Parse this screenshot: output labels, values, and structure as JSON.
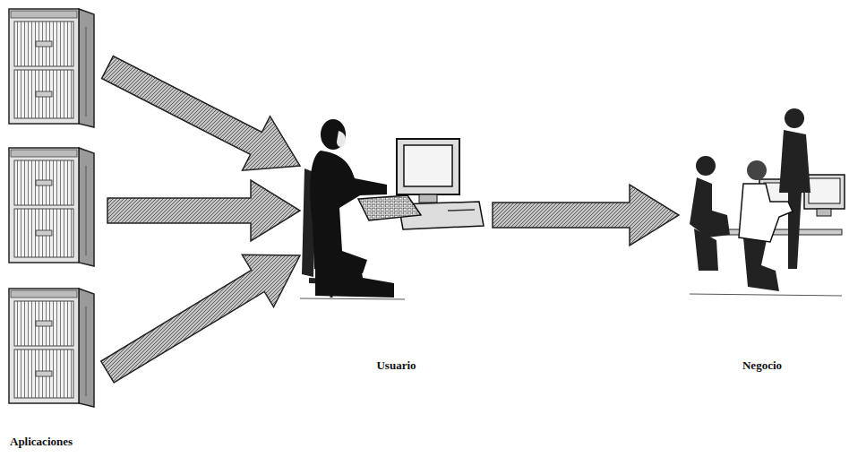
{
  "diagram": {
    "nodes": [
      {
        "text": [
          "Aplicaciones"
        ]
      },
      {
        "text": [
          "Usuario"
        ]
      },
      {
        "text": [
          "Negocio"
        ]
      }
    ],
    "edges": [
      {
        "from": 0,
        "to": 1,
        "arrow": "to"
      },
      {
        "from": 0,
        "to": 1,
        "arrow": "to"
      },
      {
        "from": 0,
        "to": 1,
        "arrow": "to"
      },
      {
        "from": 1,
        "to": 2,
        "arrow": "to"
      }
    ]
  }
}
